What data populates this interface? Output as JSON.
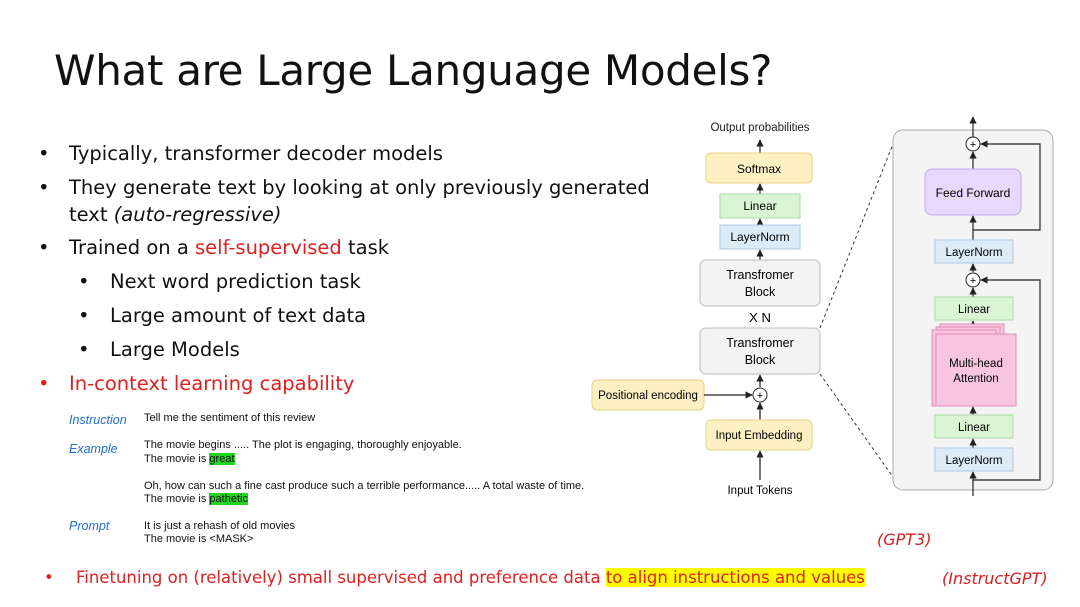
{
  "title": "What are Large Language Models?",
  "bullets": [
    {
      "text": "Typically, transformer decoder models"
    },
    {
      "line1": "They generate text by looking at only previously generated",
      "line2a": "text ",
      "line2b": "(auto-regressive)"
    },
    {
      "pre": "Trained on a ",
      "highlight": "self-supervised",
      "post": " task"
    }
  ],
  "sub_bullets": [
    "Next word prediction task",
    "Large amount of text data",
    "Large Models"
  ],
  "icl_bullet": "In-context learning capability",
  "example_block": {
    "instruction_label": "Instruction",
    "instruction_text": "Tell me the sentiment of this review",
    "example_label": "Example",
    "ex1_line1": "The movie begins ..... The plot is engaging, thoroughly enjoyable.",
    "ex1_line2_pre": "The movie is ",
    "ex1_line2_hl": "great",
    "ex2_line1": "Oh, how can such a fine cast produce such a terrible performance..... A total waste of time.",
    "ex2_line2_pre": "The movie is ",
    "ex2_line2_hl": "pathetic",
    "prompt_label": "Prompt",
    "prompt_line1": "It is just a rehash of old movies",
    "prompt_line2": "The movie is  <MASK>"
  },
  "bottom_bullet": {
    "pre": "Finetuning on (relatively) small supervised and preference data ",
    "highlight": "to align instructions and values"
  },
  "citations": {
    "gpt3": "(GPT3)",
    "instructgpt": "(InstructGPT)"
  },
  "diagram": {
    "output_probabilities": "Output probabilities",
    "softmax": "Softmax",
    "linear": "Linear",
    "layernorm": "LayerNorm",
    "block_line1": "Transfromer",
    "block_line2": "Block",
    "repeat": "X N",
    "positional_encoding": "Positional encoding",
    "input_embedding": "Input Embedding",
    "input_tokens": "Input Tokens",
    "feed_forward": "Feed Forward",
    "mha_line1": "Multi-head",
    "mha_line2": "Attention",
    "plus": "+"
  },
  "colors": {
    "red": "#e02020",
    "blue_label": "#1e6fd0",
    "softmax_fill": "#fdf1c4",
    "linear_fill": "#d9f5d4",
    "layernorm_fill": "#dcebf8",
    "ff_fill": "#e8d8fb",
    "mha_fill": "#f7c6de"
  }
}
